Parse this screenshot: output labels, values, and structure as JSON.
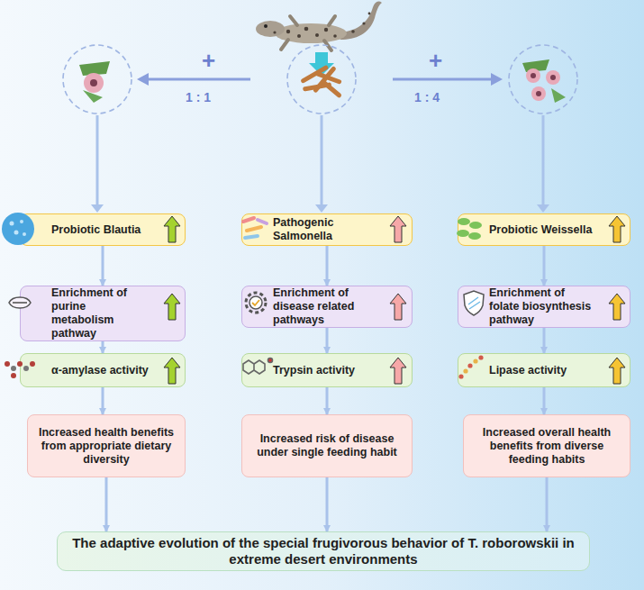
{
  "diagram": {
    "nodes": [
      {
        "text": [
          "Probiotic Blautia"
        ]
      },
      {
        "text": [
          "Pathogenic Salmonella"
        ]
      },
      {
        "text": [
          "Probiotic Weissella"
        ]
      },
      {
        "text": [
          "Enrichment of purine metabolism pathway"
        ]
      },
      {
        "text": [
          "Enrichment of disease related pathways"
        ]
      },
      {
        "text": [
          "Enrichment of folate biosynthesis pathway"
        ]
      },
      {
        "text": [
          "α-amylase activity"
        ]
      },
      {
        "text": [
          "Trypsin activity"
        ]
      },
      {
        "text": [
          "Lipase activity"
        ]
      },
      {
        "text": [
          "Increased health benefits from appropriate dietary diversity"
        ]
      },
      {
        "text": [
          "Increased risk of disease under single feeding habit"
        ]
      },
      {
        "text": [
          "Increased overall health benefits from diverse feeding habits"
        ]
      },
      {
        "text": [
          "The adaptive evolution of the special frugivorous behavior of T. roborowskii in extreme desert environments"
        ]
      }
    ],
    "edges": [
      {
        "from": 0,
        "to": 3,
        "arrow": "to"
      },
      {
        "from": 3,
        "to": 6,
        "arrow": "to"
      },
      {
        "from": 6,
        "to": 9,
        "arrow": "to"
      },
      {
        "from": 9,
        "to": 12,
        "arrow": "to"
      },
      {
        "from": 1,
        "to": 4,
        "arrow": "to"
      },
      {
        "from": 4,
        "to": 7,
        "arrow": "to"
      },
      {
        "from": 7,
        "to": 10,
        "arrow": "to"
      },
      {
        "from": 10,
        "to": 12,
        "arrow": "to"
      },
      {
        "from": 2,
        "to": 5,
        "arrow": "to"
      },
      {
        "from": 5,
        "to": 8,
        "arrow": "to"
      },
      {
        "from": 8,
        "to": 11,
        "arrow": "to"
      },
      {
        "from": 11,
        "to": 12,
        "arrow": "to"
      }
    ],
    "labels": [
      "+",
      "1 : 1",
      "+",
      "1 : 4"
    ]
  }
}
